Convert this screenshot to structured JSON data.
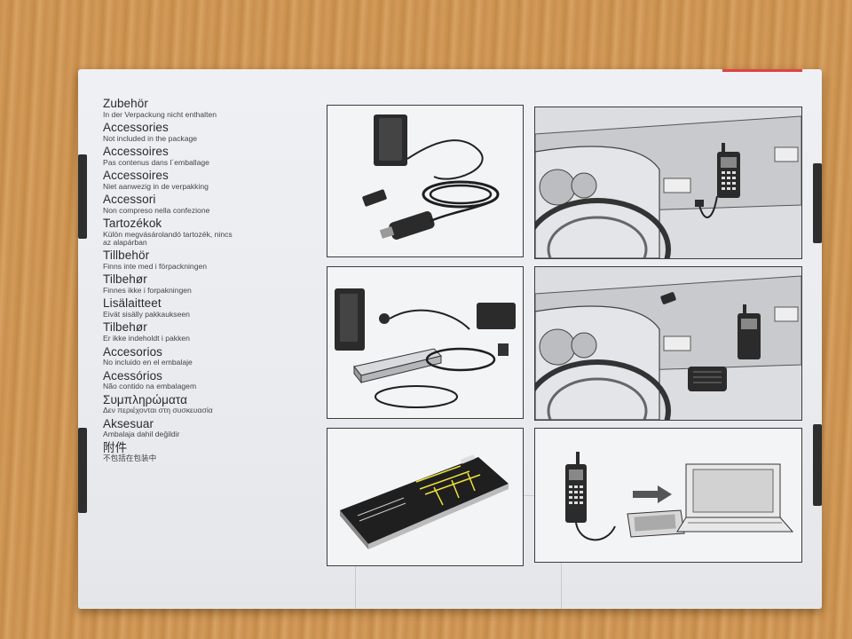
{
  "accessories": [
    {
      "title": "Zubehör",
      "subtitle": "In der Verpackung nicht enthalten"
    },
    {
      "title": "Accessories",
      "subtitle": "Not included in the package"
    },
    {
      "title": "Accessoires",
      "subtitle": "Pas contenus dans l´emballage"
    },
    {
      "title": "Accessoires",
      "subtitle": "Niet aanwezig in de verpakking"
    },
    {
      "title": "Accessori",
      "subtitle": "Non compreso nella confezione"
    },
    {
      "title": "Tartozékok",
      "subtitle": "Külön megvásárolandó tartozék, nincs az alapárban"
    },
    {
      "title": "Tillbehör",
      "subtitle": "Finns inte med i förpackningen"
    },
    {
      "title": "Tilbehør",
      "subtitle": "Finnes ikke i forpakningen"
    },
    {
      "title": "Lisälaitteet",
      "subtitle": "Eivät sisälly pakkaukseen"
    },
    {
      "title": "Tilbehør",
      "subtitle": "Er ikke indeholdt i pakken"
    },
    {
      "title": "Accesorios",
      "subtitle": "No incluido en el embalaje"
    },
    {
      "title": "Acessórios",
      "subtitle": "Não contido na embalagem"
    },
    {
      "title": "Συμπληρώματα",
      "subtitle": "Δεν περιέχονται στη συσκευασία"
    },
    {
      "title": "Aksesuar",
      "subtitle": "Ambalaja dahil değildir"
    },
    {
      "title": "附件",
      "subtitle": "不包括在包装中"
    }
  ],
  "colors": {
    "box": "#eaecf0",
    "panel_border": "#3b3b3b",
    "product": "#2b2b2b",
    "table": "#c48a48"
  },
  "icons": {
    "panel_1": "phone-holder-and-cables-icon",
    "panel_2": "phone-in-car-holder-icon",
    "panel_3": "car-kit-accessories-icon",
    "panel_4": "phone-in-car-with-speaker-icon",
    "panel_5": "data-card-icon",
    "panel_6": "phone-to-laptop-icon"
  }
}
